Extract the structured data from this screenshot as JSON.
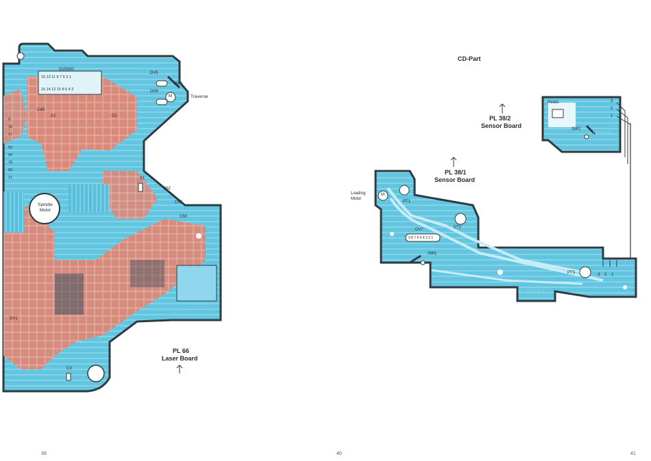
{
  "header": {
    "part_title": "CD-Part"
  },
  "laser_board": {
    "title": "PL 66",
    "subtitle": "Laser Board",
    "spindle_motor": "Spindle Motor",
    "traverse": "Traverse",
    "components": {
      "dv5000": "DV5000",
      "dv5": "DV5",
      "dv6": "DV6",
      "sw3": "SW3",
      "x2": "X2",
      "d2": "D2",
      "x1": "X1",
      "c62": "C62",
      "c63": "C63",
      "c60": "C60",
      "c69": "C69",
      "c3": "C3",
      "dv1": "DV1",
      "motor": "M"
    },
    "connector_pins_top": "15 13 11 9 7 5 3 1",
    "connector_pins_bottom": "16 14 12 10 8 6 4 2",
    "left_numbers": [
      "9",
      "18",
      "17",
      "59",
      "69",
      "70",
      "59",
      "11"
    ]
  },
  "sensor_board_1": {
    "title": "PL 38/1",
    "subtitle": "Sensor Board",
    "loading_motor": "Loading Motor",
    "components": {
      "pt1": "PT1",
      "pt2": "PT2",
      "pt3": "PT3",
      "dv7": "DV7",
      "sw1": "SW1",
      "motor": "M"
    },
    "dv7_pins": "9 8 7 6 5 4 3 2 1",
    "connector_pins": [
      "3",
      "2",
      "1"
    ],
    "board_code": "RJ80689"
  },
  "sensor_board_2": {
    "title": "PL 38/2",
    "subtitle": "Sensor Board",
    "components": {
      "relais": "Relais",
      "sw2": "SW2"
    },
    "connector_pins": [
      "3",
      "2",
      "1"
    ],
    "board_code": "RJ80688"
  },
  "pages": {
    "left": "39",
    "center": "40",
    "right": "41"
  },
  "colors": {
    "pcb_blue": "#5cc2dd",
    "pcb_red": "#e4806f",
    "outline": "#2e3a40",
    "pcb_light": "#a9dff0"
  }
}
